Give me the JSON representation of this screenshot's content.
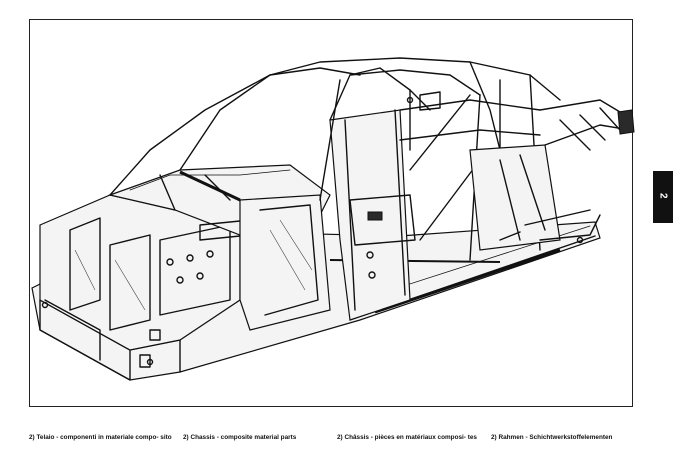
{
  "page": {
    "section_tab": "2"
  },
  "captions": [
    {
      "lang": "it",
      "text": "2) Telaio - componenti in materiale compo- sito"
    },
    {
      "lang": "en",
      "text": "2) Chassis - composite material parts"
    },
    {
      "lang": "fr",
      "text": "2) Châssis - pièces en matériaux composi- tes"
    },
    {
      "lang": "de",
      "text": "2) Rahmen - Schichtwerkstoffelementen"
    }
  ]
}
